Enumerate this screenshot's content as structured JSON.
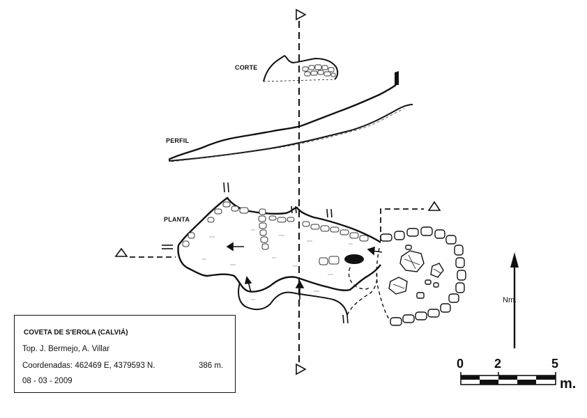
{
  "labels": {
    "corte": "CORTE",
    "perfil": "PERFIL",
    "planta": "PLANTA"
  },
  "info": {
    "title": "COVETA DE S'EROLA (CALVIÁ)",
    "authors": "Top. J. Bermejo, A. Villar",
    "coordinates": "Coordenadas: 462469 E, 4379593 N.",
    "altitude": "386 m.",
    "date": "08 - 03 - 2009"
  },
  "north": {
    "label": "Nm."
  },
  "scale": {
    "tick_0": "0",
    "tick_2": "2",
    "tick_5": "5",
    "unit": "m."
  },
  "colors": {
    "ink": "#111111",
    "paper": "#ffffff"
  }
}
